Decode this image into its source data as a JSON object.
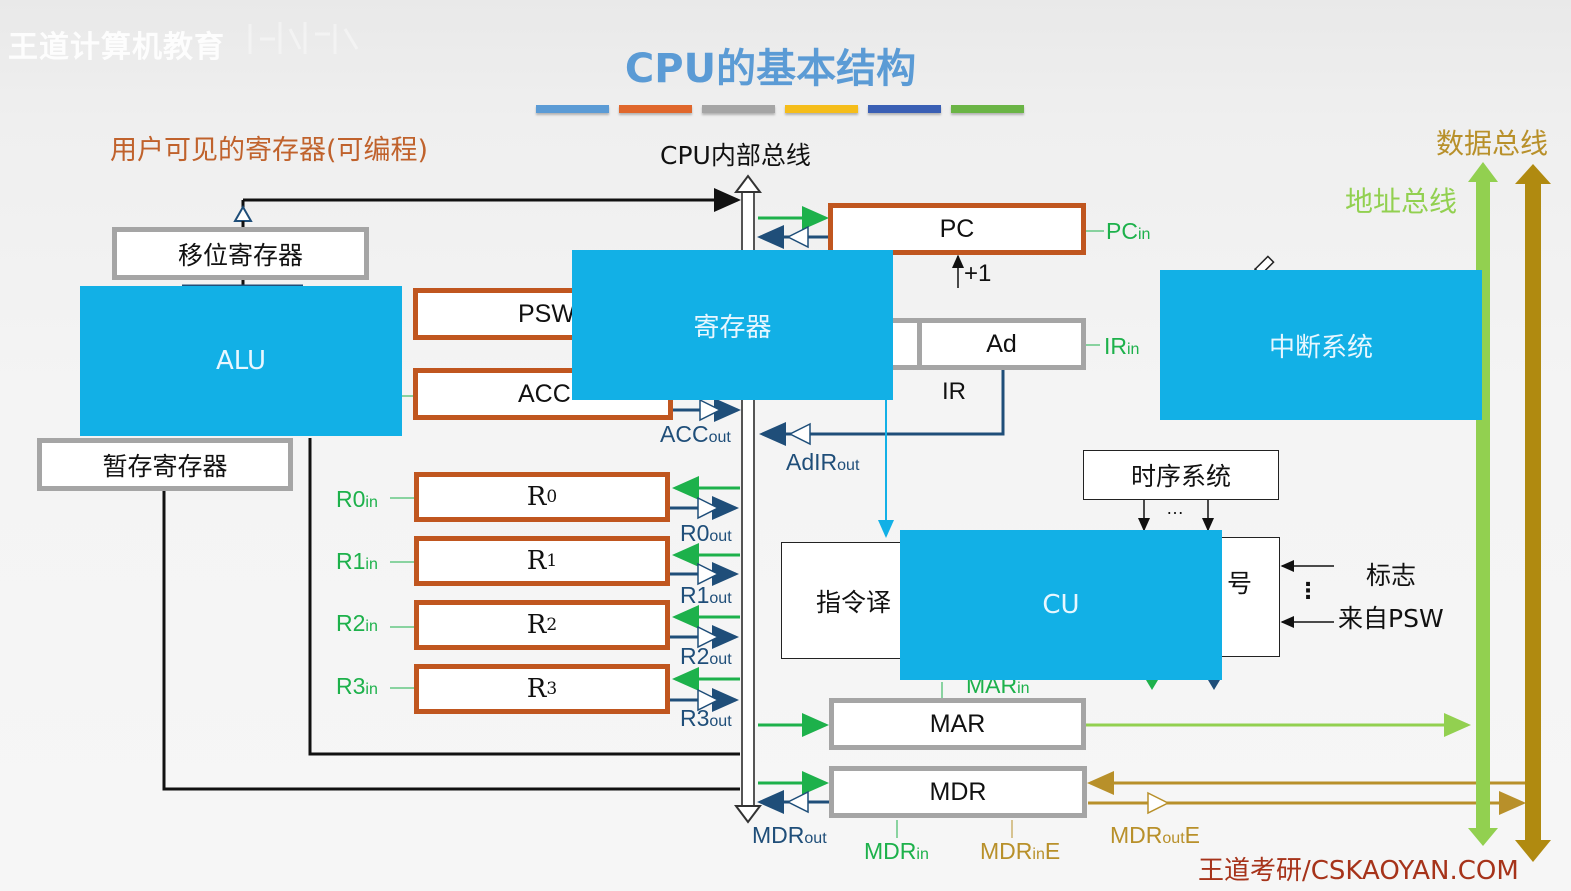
{
  "watermark": "王道计算机教育",
  "title": "CPU的基本结构",
  "title_stripes": [
    "#5b9bd5",
    "#e0672c",
    "#a5a5a5",
    "#f5bd1a",
    "#3a5fb4",
    "#6ab445"
  ],
  "labels": {
    "user_visible_registers": "用户可见的寄存器(可编程)",
    "internal_bus": "CPU内部总线",
    "data_bus": "数据总线",
    "address_bus": "地址总线"
  },
  "blocks": {
    "alu": "ALU",
    "registers": "寄存器",
    "interrupt_system": "中断系统",
    "cu": "CU"
  },
  "registers": {
    "shift": "移位寄存器",
    "temp": "暂存寄存器",
    "psw": "PSW",
    "acc": "ACC",
    "pc": "PC",
    "pc_increment": "+1",
    "ir_ad": "Ad",
    "ir": "IR",
    "mar": "MAR",
    "mdr": "MDR",
    "general": [
      {
        "name": "R",
        "sub": "0",
        "in": "R0",
        "out": "R0"
      },
      {
        "name": "R",
        "sub": "1",
        "in": "R1",
        "out": "R1"
      },
      {
        "name": "R",
        "sub": "2",
        "in": "R2",
        "out": "R2"
      },
      {
        "name": "R",
        "sub": "3",
        "in": "R3",
        "out": "R3"
      }
    ]
  },
  "control": {
    "timing_system": "时序系统",
    "timing_ellipsis": "…",
    "instruction_decoder_partial": "指令译",
    "signal_partial": "号",
    "flags_line1": "标志",
    "flags_line2": "来自PSW",
    "flags_ellipsis": "⋮"
  },
  "signals": {
    "pc_in": {
      "base": "PC",
      "suffix": "in"
    },
    "ir_in": {
      "base": "IR",
      "suffix": "in"
    },
    "acc_out": {
      "base": "ACC",
      "suffix": "out"
    },
    "adir_out": {
      "base": "AdIR",
      "suffix": "out"
    },
    "mar_in": {
      "base": "MAR",
      "suffix": "in"
    },
    "mdr_out": {
      "base": "MDR",
      "suffix": "out"
    },
    "mdr_in": {
      "base": "MDR",
      "suffix": "in"
    },
    "mdr_in_e": {
      "base": "MDR",
      "suffix": "in",
      "tail": "E"
    },
    "mdr_out_e": {
      "base": "MDR",
      "suffix": "out",
      "tail": "E"
    },
    "in_suffix": "in",
    "out_suffix": "out"
  },
  "colors": {
    "block_blue": "#12b0e6",
    "register_brown": "#c0561f",
    "signal_green": "#1db14b",
    "signal_navy": "#1f4e79",
    "address_bus_green": "#92d050",
    "data_bus_gold": "#b8902a"
  },
  "footer": "王道考研/CSKAOYAN.COM"
}
